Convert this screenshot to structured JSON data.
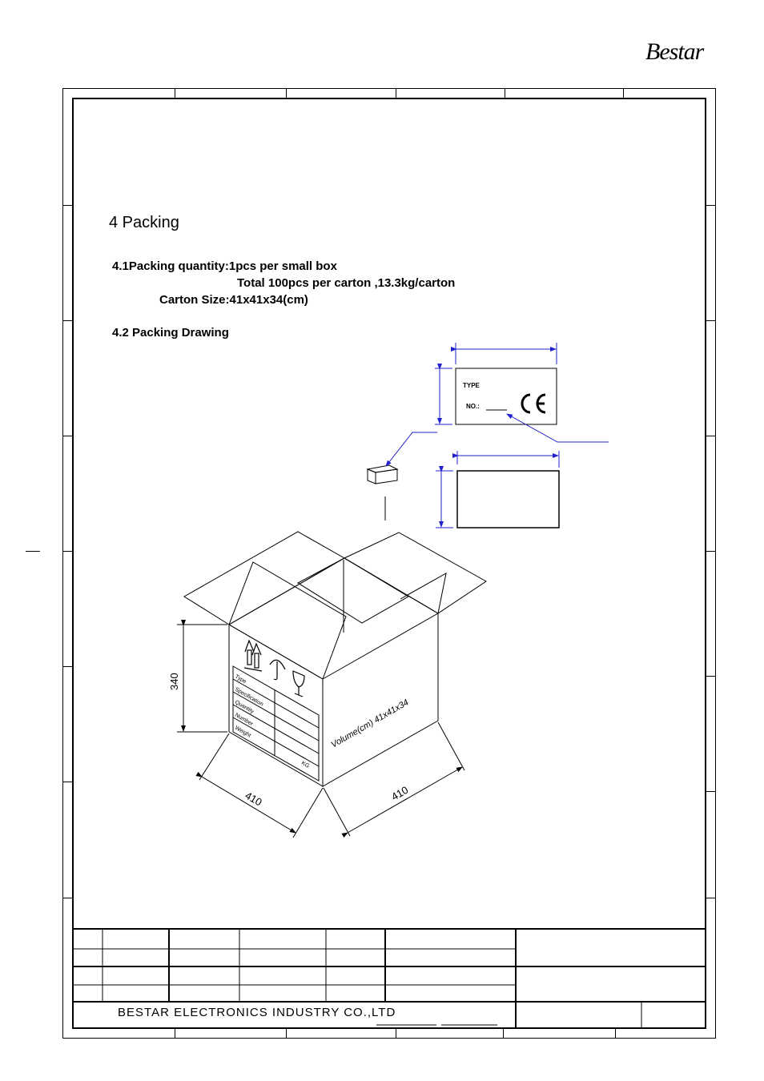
{
  "brand": {
    "logo_text": "Bestar"
  },
  "section": {
    "heading": "4 Packing",
    "packing_quantity": {
      "line1": "4.1Packing quantity:1pcs per small box",
      "line2": "Total 100pcs per carton ,13.3kg/carton",
      "line3": "Carton Size:41x41x34(cm)"
    },
    "drawing_heading": "4.2 Packing Drawing"
  },
  "drawing": {
    "label": {
      "type": "TYPE",
      "no": "NO.:"
    },
    "carton": {
      "height_dim": "340",
      "length_dim": "410",
      "width_dim": "410",
      "volume": "Volume(cm) 41x41x34",
      "table_rows": [
        "Type",
        "Specification",
        "Quantity",
        "Number",
        "Weight"
      ],
      "unit": "KG"
    }
  },
  "title_block": {
    "company": "BESTAR ELECTRONICS INDUSTRY CO.,LTD"
  }
}
